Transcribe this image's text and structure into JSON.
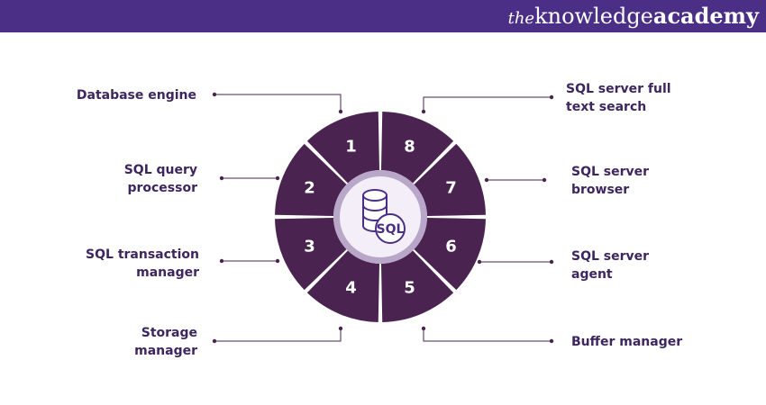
{
  "header": {
    "brand_the": "the",
    "brand_knowledge": "knowledge",
    "brand_academy": "academy"
  },
  "colors": {
    "header_bg": "#4b2f86",
    "segment": "#4a2350",
    "ring": "#b8a7c8",
    "center": "#f3eef7",
    "connector": "#4a2350",
    "text": "#3d2660"
  },
  "center": {
    "icon": "database-sql-icon",
    "text": "SQL"
  },
  "components": [
    {
      "number": "1",
      "label": "Database engine"
    },
    {
      "number": "2",
      "label": "SQL query processor"
    },
    {
      "number": "3",
      "label": "SQL transaction manager"
    },
    {
      "number": "4",
      "label": "Storage manager"
    },
    {
      "number": "5",
      "label": "Buffer manager"
    },
    {
      "number": "6",
      "label": "SQL server agent"
    },
    {
      "number": "7",
      "label": "SQL server browser"
    },
    {
      "number": "8",
      "label": "SQL server full text search"
    }
  ],
  "labels": {
    "l1": "Database engine",
    "l2a": "SQL query",
    "l2b": "processor",
    "l3a": "SQL transaction",
    "l3b": "manager",
    "l4a": "Storage",
    "l4b": "manager",
    "l5": "Buffer manager",
    "l6a": "SQL server",
    "l6b": "agent",
    "l7a": "SQL server",
    "l7b": "browser",
    "l8a": "SQL server full",
    "l8b": "text search"
  }
}
